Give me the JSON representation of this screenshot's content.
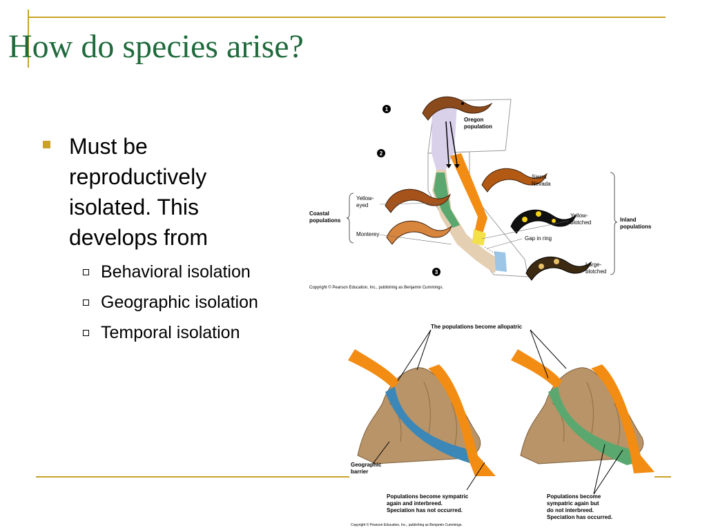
{
  "slide": {
    "title": "How do species arise?",
    "bullet": "Must be reproductively isolated. This develops from",
    "sub_bullets": [
      "Behavioral isolation",
      "Geographic isolation",
      "Temporal isolation"
    ]
  },
  "figure_top": {
    "step1": "1",
    "step2": "2",
    "step3": "3",
    "oregon": [
      "Oregon",
      "population"
    ],
    "sierra": [
      "Sierra",
      "Nevada"
    ],
    "yellow_eyed": [
      "Yellow-",
      "eyed"
    ],
    "coastal": [
      "Coastal",
      "populations"
    ],
    "monterey": "Monterey",
    "yellow_blotched": [
      "Yellow-",
      "blotched"
    ],
    "inland": [
      "Inland",
      "populations"
    ],
    "gap": "Gap in ring",
    "large_blotched": [
      "Large-",
      "blotched"
    ],
    "copyright": "Copyright © Pearson Education, Inc., publishing as Benjamin Cummings."
  },
  "figure_bottom": {
    "allopatric": "The populations become allopatric",
    "barrier": [
      "Geographic",
      "barrier"
    ],
    "left_caption": [
      "Populations become sympatric",
      "again and interbreed.",
      "Speciation has not occurred."
    ],
    "right_caption": [
      "Populations become",
      "sympatric again but",
      "do not interbreed.",
      "Speciation has occurred."
    ],
    "copyright": "Copyright © Pearson Education, Inc., publishing as Benjamin Cummings."
  },
  "colors": {
    "title": "#1f6b3c",
    "accent": "#c9a227",
    "orange": "#f28c12",
    "blue": "#3a87b8",
    "green": "#5aa86f"
  }
}
